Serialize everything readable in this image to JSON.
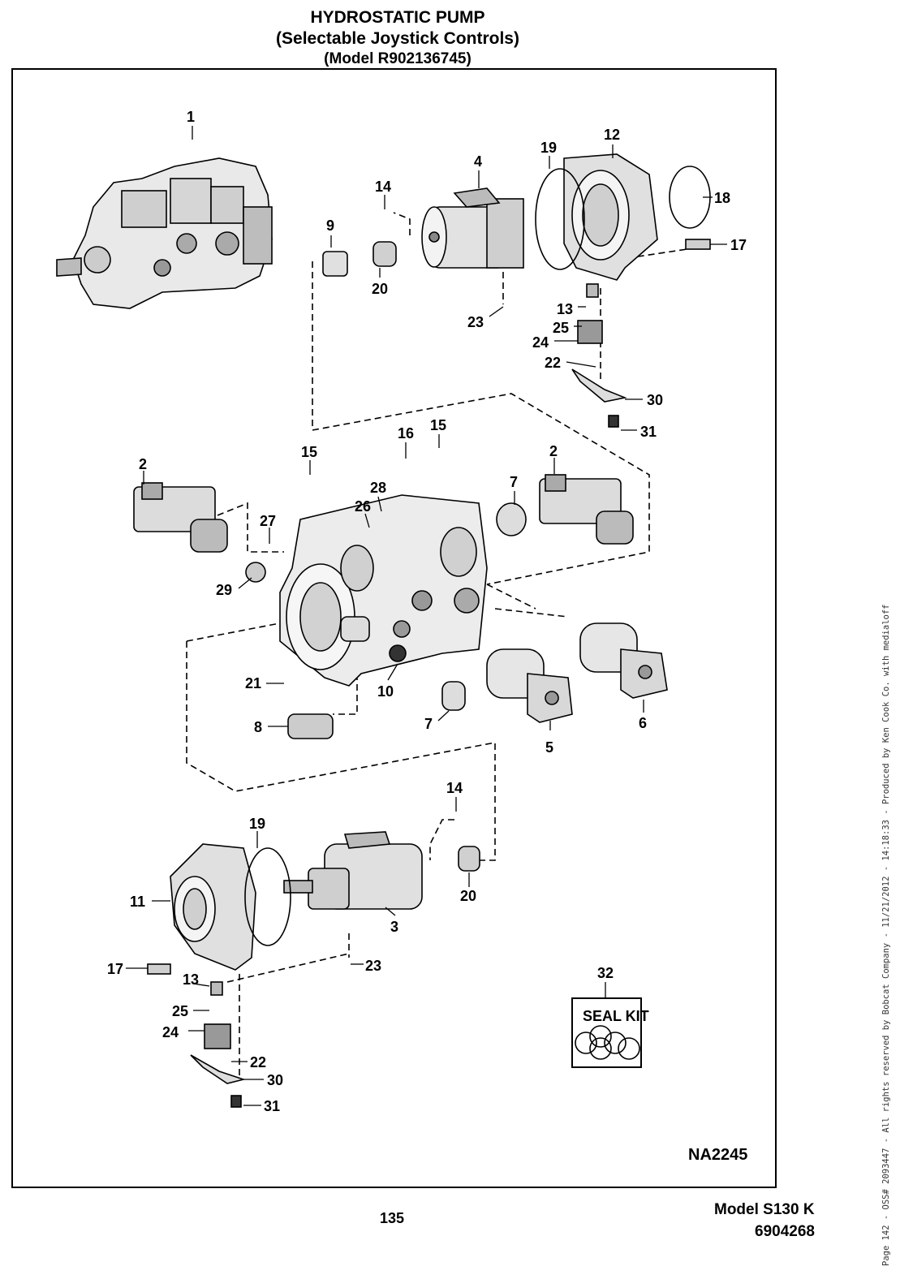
{
  "header": {
    "title": "HYDROSTATIC PUMP",
    "subtitle": "(Selectable Joystick Controls)",
    "model_line": "(Model R902136745)"
  },
  "figure": {
    "code": "NA2245",
    "seal_kit_label": "SEAL KIT",
    "callouts": {
      "c1": "1",
      "c2a": "2",
      "c2b": "2",
      "c3": "3",
      "c4": "4",
      "c5": "5",
      "c6": "6",
      "c7a": "7",
      "c7b": "7",
      "c8": "8",
      "c9": "9",
      "c10": "10",
      "c11": "11",
      "c12": "12",
      "c13a": "13",
      "c13b": "13",
      "c14a": "14",
      "c14b": "14",
      "c15a": "15",
      "c15b": "15",
      "c16": "16",
      "c17a": "17",
      "c17b": "17",
      "c18": "18",
      "c19a": "19",
      "c19b": "19",
      "c20a": "20",
      "c20b": "20",
      "c21": "21",
      "c22a": "22",
      "c22b": "22",
      "c23a": "23",
      "c23b": "23",
      "c24a": "24",
      "c24b": "24",
      "c25a": "25",
      "c25b": "25",
      "c26": "26",
      "c27": "27",
      "c28": "28",
      "c29": "29",
      "c30a": "30",
      "c30b": "30",
      "c31a": "31",
      "c31b": "31",
      "c32": "32"
    }
  },
  "footer": {
    "page_number": "135",
    "model": "Model S130 K",
    "doc_number": "6904268"
  },
  "sidebar_text": "Page 142 - OSS# 2093447 - All rights reserved by Bobcat Company - 11/21/2012 - 14:18:33 - Produced by Ken Cook Co. with medialoff"
}
